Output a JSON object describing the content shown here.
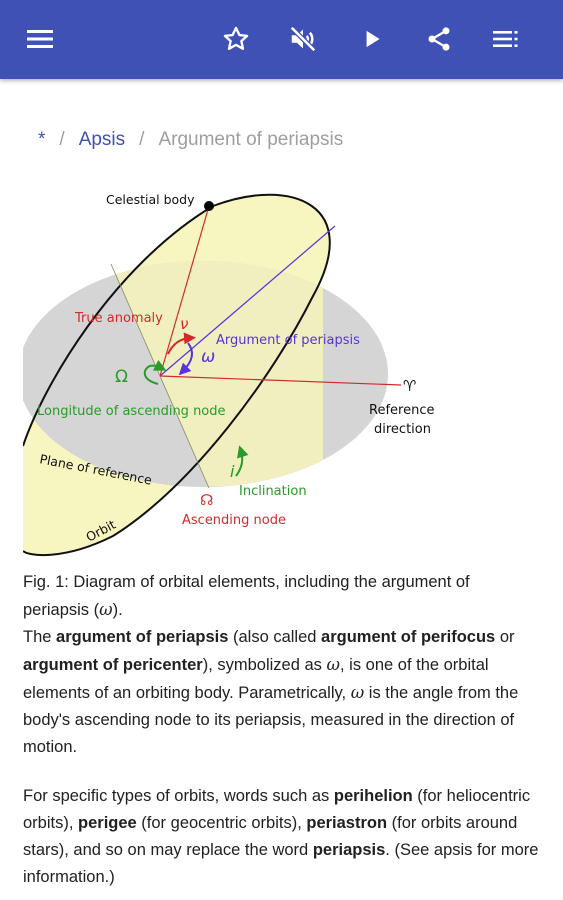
{
  "toolbar": {
    "menu_icon": "hamburger-menu-icon",
    "favorite_icon": "star-outline-icon",
    "mute_icon": "volume-off-icon",
    "play_icon": "play-icon",
    "share_icon": "share-icon",
    "toc_icon": "list-icon"
  },
  "breadcrumb": {
    "home": "*",
    "sep1": "/",
    "parent": "Apsis",
    "sep2": "/",
    "current": "Argument of periapsis"
  },
  "figure": {
    "celestial_body": "Celestial body",
    "true_anomaly": "True anomaly",
    "nu": "ν",
    "omega_small": "ω",
    "omega_big": "Ω",
    "argument_of_periapsis": "Argument of periapsis",
    "longitude_ascending_node": "Longitude of ascending node",
    "aries": "♈",
    "reference_direction_1": "Reference",
    "reference_direction_2": "direction",
    "plane_of_reference": "Plane of reference",
    "inclination_symbol": "i",
    "inclination": "Inclination",
    "ascending_node_symbol": "☊",
    "ascending_node": "Ascending node",
    "orbit": "Orbit"
  },
  "article": {
    "caption_1": "Fig. 1: Diagram of orbital elements, including the argument of periapsis (",
    "caption_sym": "ω",
    "caption_2": ").",
    "p1_a": "The ",
    "p1_b": "argument of periapsis",
    "p1_c": " (also called ",
    "p1_d": "argument of perifocus",
    "p1_e": " or ",
    "p1_f": "argument of pericenter",
    "p1_g": "), symbolized as ",
    "p1_sym1": "ω",
    "p1_h": ", is one of the orbital elements of an orbiting body. Parametrically, ",
    "p1_sym2": "ω",
    "p1_i": " is the angle from the body's ascending node to its periapsis, measured in the direction of motion.",
    "p2_a": "For specific types of orbits, words such as ",
    "p2_b": "perihelion",
    "p2_c": " (for heliocentric orbits), ",
    "p2_d": "perigee",
    "p2_e": " (for geocentric orbits), ",
    "p2_f": "periastron",
    "p2_g": " (for orbits around stars), and so on may replace the word ",
    "p2_h": "periapsis",
    "p2_i": ". (See apsis for more information.)"
  },
  "colors": {
    "app_bar": "#3f51b5",
    "link": "#3f51b5",
    "orbit_fill": "#f8f6c0",
    "plane_fill": "#d5d5d5",
    "red_label": "#d42a2a",
    "blue_label": "#5533dd",
    "green_label": "#2a9a2a"
  }
}
